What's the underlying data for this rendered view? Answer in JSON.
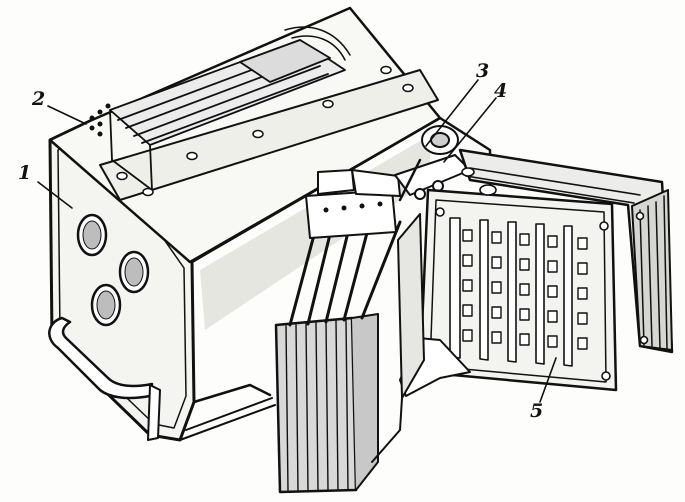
{
  "figure": {
    "callouts": [
      {
        "id": "1",
        "label": "1"
      },
      {
        "id": "2",
        "label": "2"
      },
      {
        "id": "3",
        "label": "3"
      },
      {
        "id": "4",
        "label": "4"
      },
      {
        "id": "5",
        "label": "5"
      }
    ]
  },
  "colors": {
    "ink": "#111111",
    "paper": "#fdfdfb",
    "shade": "#9a9a9a"
  }
}
